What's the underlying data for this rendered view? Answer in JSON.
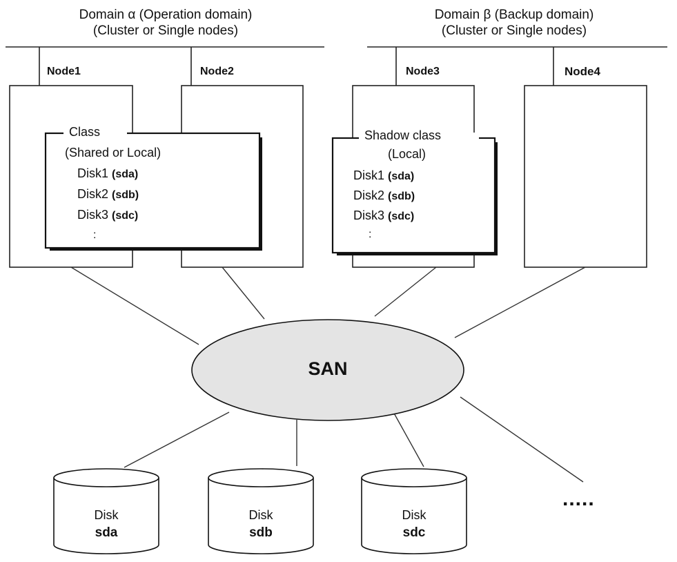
{
  "domains": [
    {
      "title": "Domain α  (Operation domain)",
      "subtitle": "(Cluster or Single nodes)"
    },
    {
      "title": "Domain β  (Backup domain)",
      "subtitle": "(Cluster or Single nodes)"
    }
  ],
  "nodes": [
    "Node1",
    "Node2",
    "Node3",
    "Node4"
  ],
  "class_box": {
    "title": "Class",
    "scope": "(Shared or Local)",
    "disks": [
      {
        "disk": "Disk1",
        "device": "(sda)"
      },
      {
        "disk": "Disk2",
        "device": "(sdb)"
      },
      {
        "disk": "Disk3",
        "device": "(sdc)"
      }
    ],
    "continuation": ":"
  },
  "shadow_box": {
    "title": "Shadow class",
    "scope": "(Local)",
    "disks": [
      {
        "disk": "Disk1",
        "device": "(sda)"
      },
      {
        "disk": "Disk2",
        "device": "(sdb)"
      },
      {
        "disk": "Disk3",
        "device": "(sdc)"
      }
    ],
    "continuation": ":"
  },
  "network": {
    "label": "SAN"
  },
  "storage": [
    {
      "label": "Disk",
      "device": "sda"
    },
    {
      "label": "Disk",
      "device": "sdb"
    },
    {
      "label": "Disk",
      "device": "sdc"
    }
  ],
  "more_indicator": "....."
}
